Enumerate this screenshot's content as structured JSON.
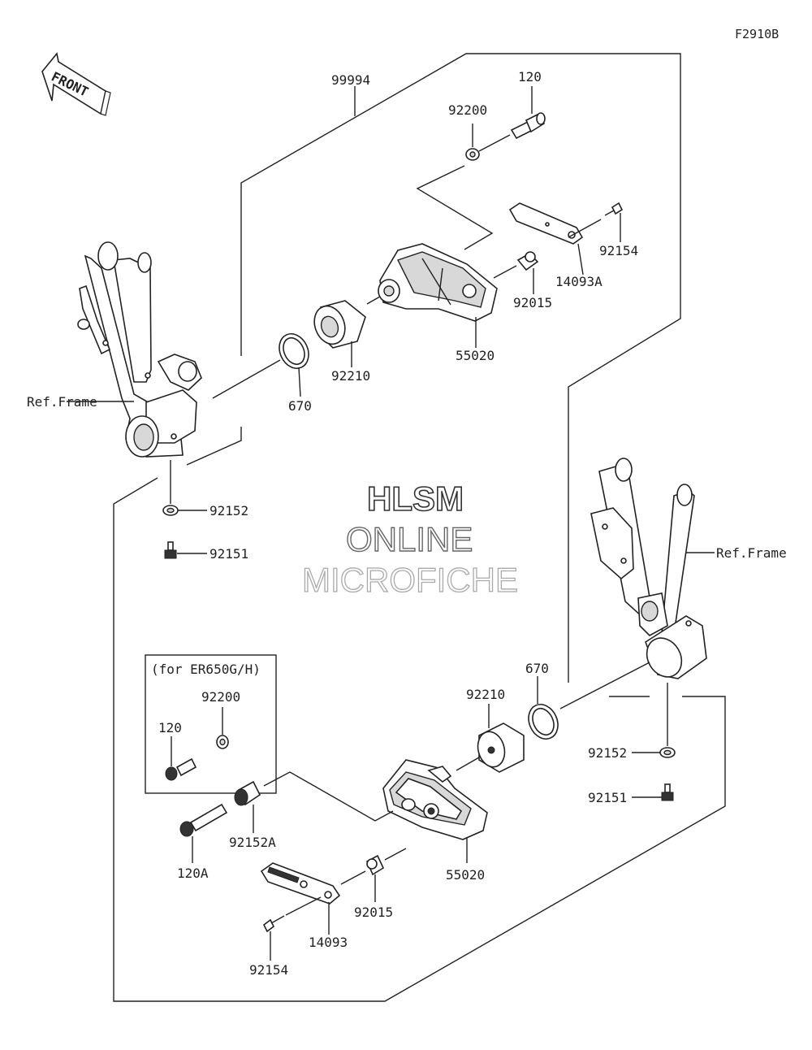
{
  "diagram_code": "F2910B",
  "front_label": "FRONT",
  "watermark": {
    "line1": "HLSM",
    "line2": "ONLINE",
    "line3": "MICROFICHE"
  },
  "inset_title": "(for ER650G/H)",
  "parts": {
    "p99994": "99994",
    "p120_top": "120",
    "p92200_top": "92200",
    "p92154_top": "92154",
    "p14093A": "14093A",
    "p92015_top": "92015",
    "p55020_top": "55020",
    "p92210_top": "92210",
    "p670_top": "670",
    "ref_frame_left": "Ref.Frame",
    "p92152_left": "92152",
    "p92151_left": "92151",
    "p92200_inset": "92200",
    "p120_inset": "120",
    "p120A": "120A",
    "p92152A": "92152A",
    "p55020_bottom": "55020",
    "p92210_bottom": "92210",
    "p670_bottom": "670",
    "ref_frame_right": "Ref.Frame",
    "p92152_right": "92152",
    "p92151_right": "92151",
    "p92015_bottom": "92015",
    "p14093": "14093",
    "p92154_bottom": "92154"
  }
}
